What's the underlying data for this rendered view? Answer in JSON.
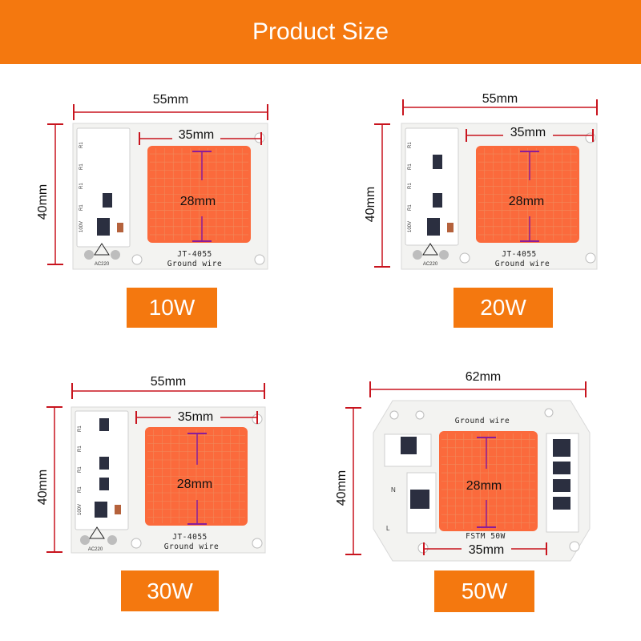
{
  "header": {
    "title": "Product Size"
  },
  "colors": {
    "accent": "#f4780f",
    "led": "#fb6a3c",
    "dimension_line": "#c8141e",
    "inner_dimension": "#8a1c9a"
  },
  "products": [
    {
      "label": "10W",
      "width": "55mm",
      "height": "40mm",
      "chip_width": "35mm",
      "chip_height": "28mm",
      "board_model": "JT-4055",
      "board_text": "Ground wire",
      "safety_label": "AC220"
    },
    {
      "label": "20W",
      "width": "55mm",
      "height": "40mm",
      "chip_width": "35mm",
      "chip_height": "28mm",
      "board_model": "JT-4055",
      "board_text": "Ground wire",
      "safety_label": "AC220"
    },
    {
      "label": "30W",
      "width": "55mm",
      "height": "40mm",
      "chip_width": "35mm",
      "chip_height": "28mm",
      "board_model": "JT-4055",
      "board_text": "Ground wire",
      "safety_label": "AC220"
    },
    {
      "label": "50W",
      "width": "62mm",
      "height": "40mm",
      "chip_width": "35mm",
      "chip_height": "28mm",
      "board_model": "FSTM 50W",
      "board_text": "Ground wire",
      "pin_n": "N",
      "pin_l": "L"
    }
  ]
}
